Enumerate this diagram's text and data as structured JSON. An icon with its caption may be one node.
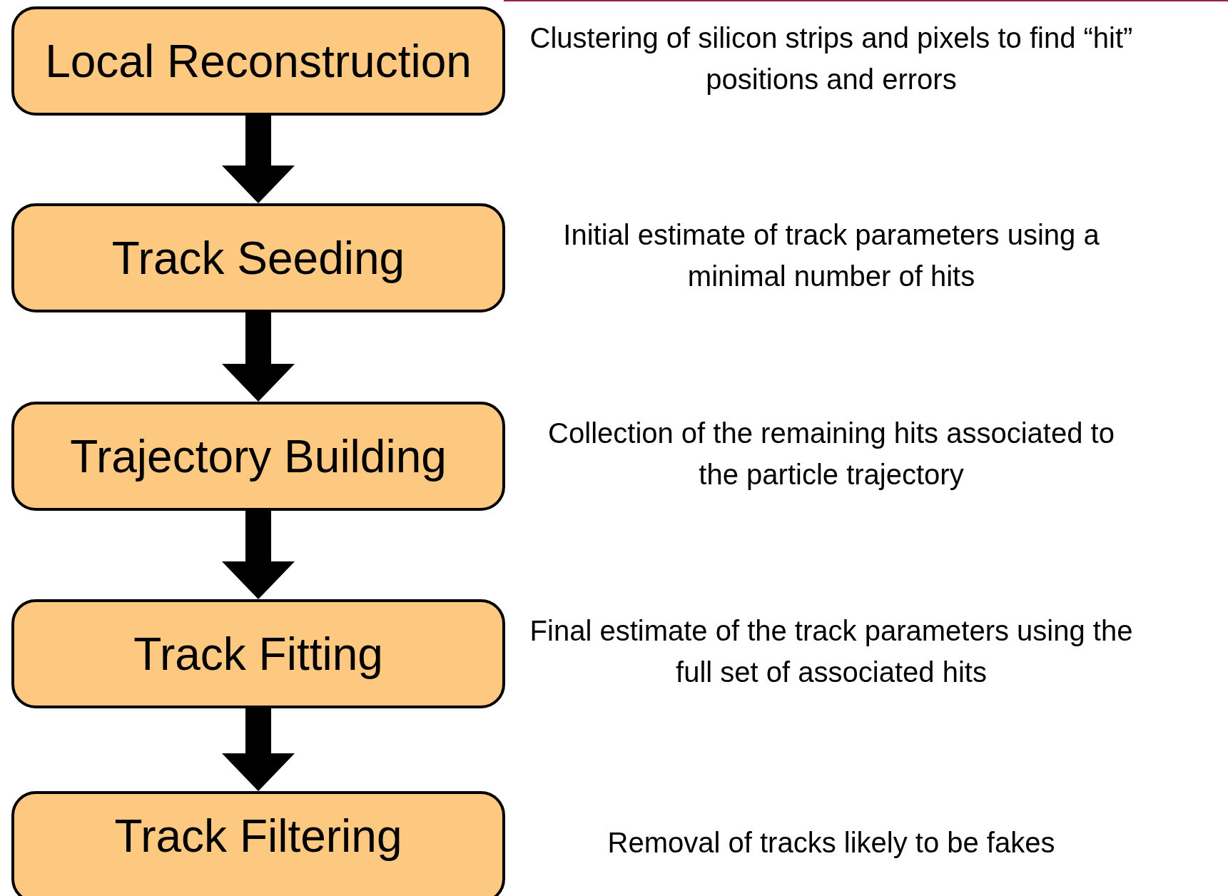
{
  "diagram": {
    "nodes": [
      {
        "text": [
          "Local Reconstruction"
        ],
        "beside": [
          "Clustering of silicon strips and pixels to find “hit” positions and errors"
        ]
      },
      {
        "text": [
          "Track Seeding"
        ],
        "beside": [
          "Initial estimate of track parameters using a minimal number of hits"
        ]
      },
      {
        "text": [
          "Trajectory Building"
        ],
        "beside": [
          "Collection of the remaining hits associated to the particle trajectory"
        ]
      },
      {
        "text": [
          "Track Fitting"
        ],
        "beside": [
          "Final estimate of the track parameters using the full set of associated hits"
        ]
      },
      {
        "text": [
          "Track Filtering"
        ],
        "beside": [
          "Removal of tracks likely to be fakes"
        ]
      }
    ],
    "edges": [
      {
        "from": 0,
        "to": 1,
        "arrow": "to"
      },
      {
        "from": 1,
        "to": 2,
        "arrow": "to"
      },
      {
        "from": 2,
        "to": 3,
        "arrow": "to"
      },
      {
        "from": 3,
        "to": 4,
        "arrow": "to"
      }
    ]
  }
}
